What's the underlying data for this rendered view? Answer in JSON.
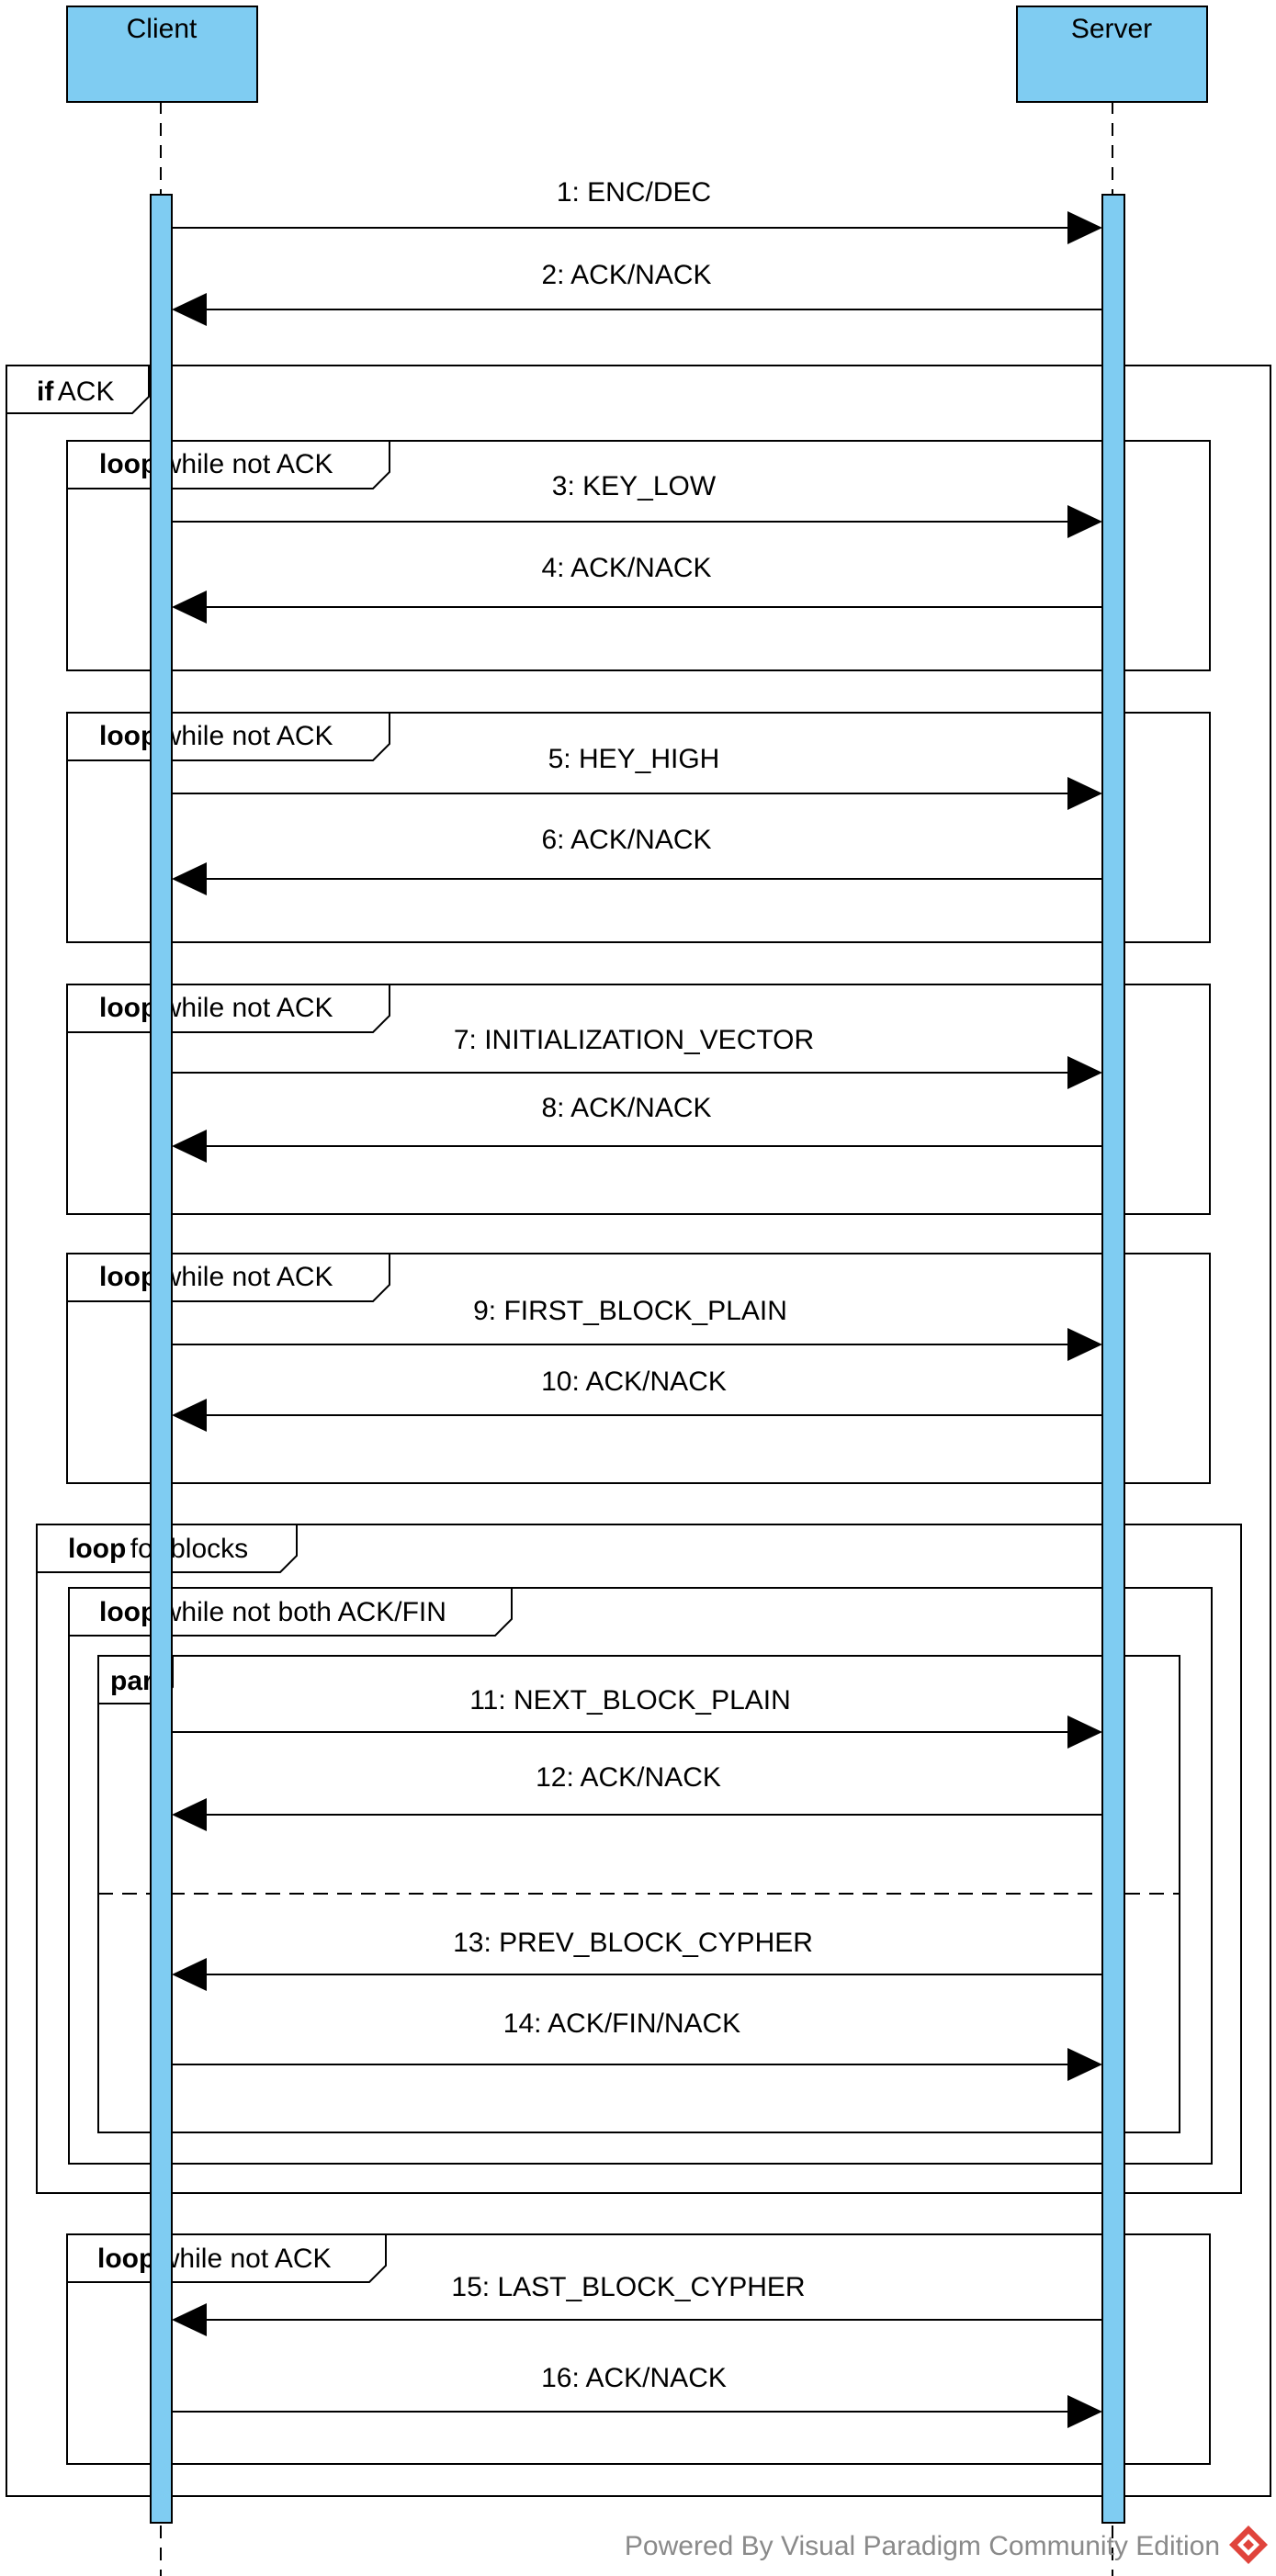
{
  "actors": {
    "client": {
      "name": "Client"
    },
    "server": {
      "name": "Server"
    }
  },
  "frames": [
    {
      "id": "if-ack",
      "operator": "if",
      "guard": "ACK"
    },
    {
      "id": "loop-key-low",
      "operator": "loop",
      "guard": "while not ACK"
    },
    {
      "id": "loop-hey-high",
      "operator": "loop",
      "guard": "while not ACK"
    },
    {
      "id": "loop-iv",
      "operator": "loop",
      "guard": "while not ACK"
    },
    {
      "id": "loop-first-block",
      "operator": "loop",
      "guard": "while not ACK"
    },
    {
      "id": "loop-blocks",
      "operator": "loop",
      "guard": "for blocks"
    },
    {
      "id": "loop-ack-fin",
      "operator": "loop",
      "guard": "while not both ACK/FIN"
    },
    {
      "id": "par",
      "operator": "par",
      "guard": ""
    },
    {
      "id": "loop-last-block",
      "operator": "loop",
      "guard": "while not ACK"
    }
  ],
  "messages": [
    {
      "id": "m1",
      "label": "1: ENC/DEC",
      "from": "client",
      "to": "server"
    },
    {
      "id": "m2",
      "label": "2: ACK/NACK",
      "from": "server",
      "to": "client"
    },
    {
      "id": "m3",
      "label": "3: KEY_LOW",
      "from": "client",
      "to": "server"
    },
    {
      "id": "m4",
      "label": "4: ACK/NACK",
      "from": "server",
      "to": "client"
    },
    {
      "id": "m5",
      "label": "5: HEY_HIGH",
      "from": "client",
      "to": "server"
    },
    {
      "id": "m6",
      "label": "6: ACK/NACK",
      "from": "server",
      "to": "client"
    },
    {
      "id": "m7",
      "label": "7: INITIALIZATION_VECTOR",
      "from": "client",
      "to": "server"
    },
    {
      "id": "m8",
      "label": "8: ACK/NACK",
      "from": "server",
      "to": "client"
    },
    {
      "id": "m9",
      "label": "9: FIRST_BLOCK_PLAIN",
      "from": "client",
      "to": "server"
    },
    {
      "id": "m10",
      "label": "10: ACK/NACK",
      "from": "server",
      "to": "client"
    },
    {
      "id": "m11",
      "label": "11: NEXT_BLOCK_PLAIN",
      "from": "client",
      "to": "server"
    },
    {
      "id": "m12",
      "label": "12: ACK/NACK",
      "from": "server",
      "to": "client"
    },
    {
      "id": "m13",
      "label": "13: PREV_BLOCK_CYPHER",
      "from": "server",
      "to": "client"
    },
    {
      "id": "m14",
      "label": "14: ACK/FIN/NACK",
      "from": "client",
      "to": "server"
    },
    {
      "id": "m15",
      "label": "15: LAST_BLOCK_CYPHER",
      "from": "server",
      "to": "client"
    },
    {
      "id": "m16",
      "label": "16: ACK/NACK",
      "from": "client",
      "to": "server"
    }
  ],
  "footer": {
    "text": "Powered By  Visual Paradigm Community Edition"
  },
  "colors": {
    "lifeline_fill": "#7fccf2",
    "stroke": "#000000",
    "footer_text": "#8a8a8a",
    "logo_red": "#e0443c"
  },
  "icons": {
    "footer_logo": "visual-paradigm-logo-icon"
  }
}
